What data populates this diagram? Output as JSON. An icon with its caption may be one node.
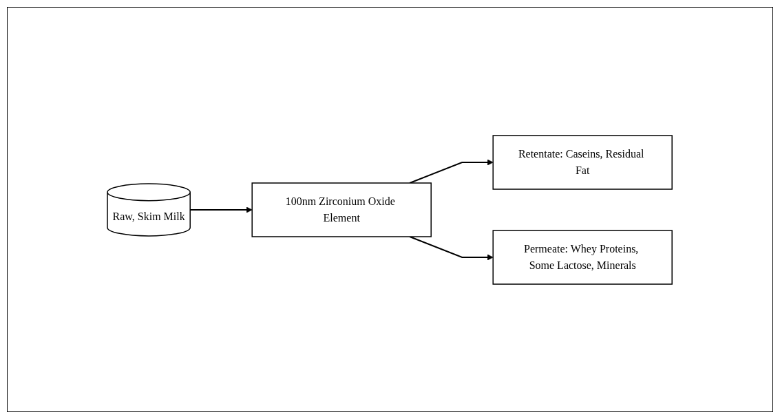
{
  "diagram": {
    "nodes": [
      {
        "text": [
          "Raw, Skim Milk"
        ]
      },
      {
        "text": [
          "100nm Zirconium Oxide Element"
        ]
      },
      {
        "text": [
          "Retentate: Caseins, Residual Fat"
        ]
      },
      {
        "text": [
          "Permeate: Whey Proteins, Some Lactose, Minerals"
        ]
      }
    ],
    "edges": [
      {
        "from": 0,
        "to": 1,
        "arrow": "to"
      },
      {
        "from": 1,
        "to": 2,
        "arrow": "to"
      },
      {
        "from": 1,
        "to": 3,
        "arrow": "to"
      }
    ]
  }
}
